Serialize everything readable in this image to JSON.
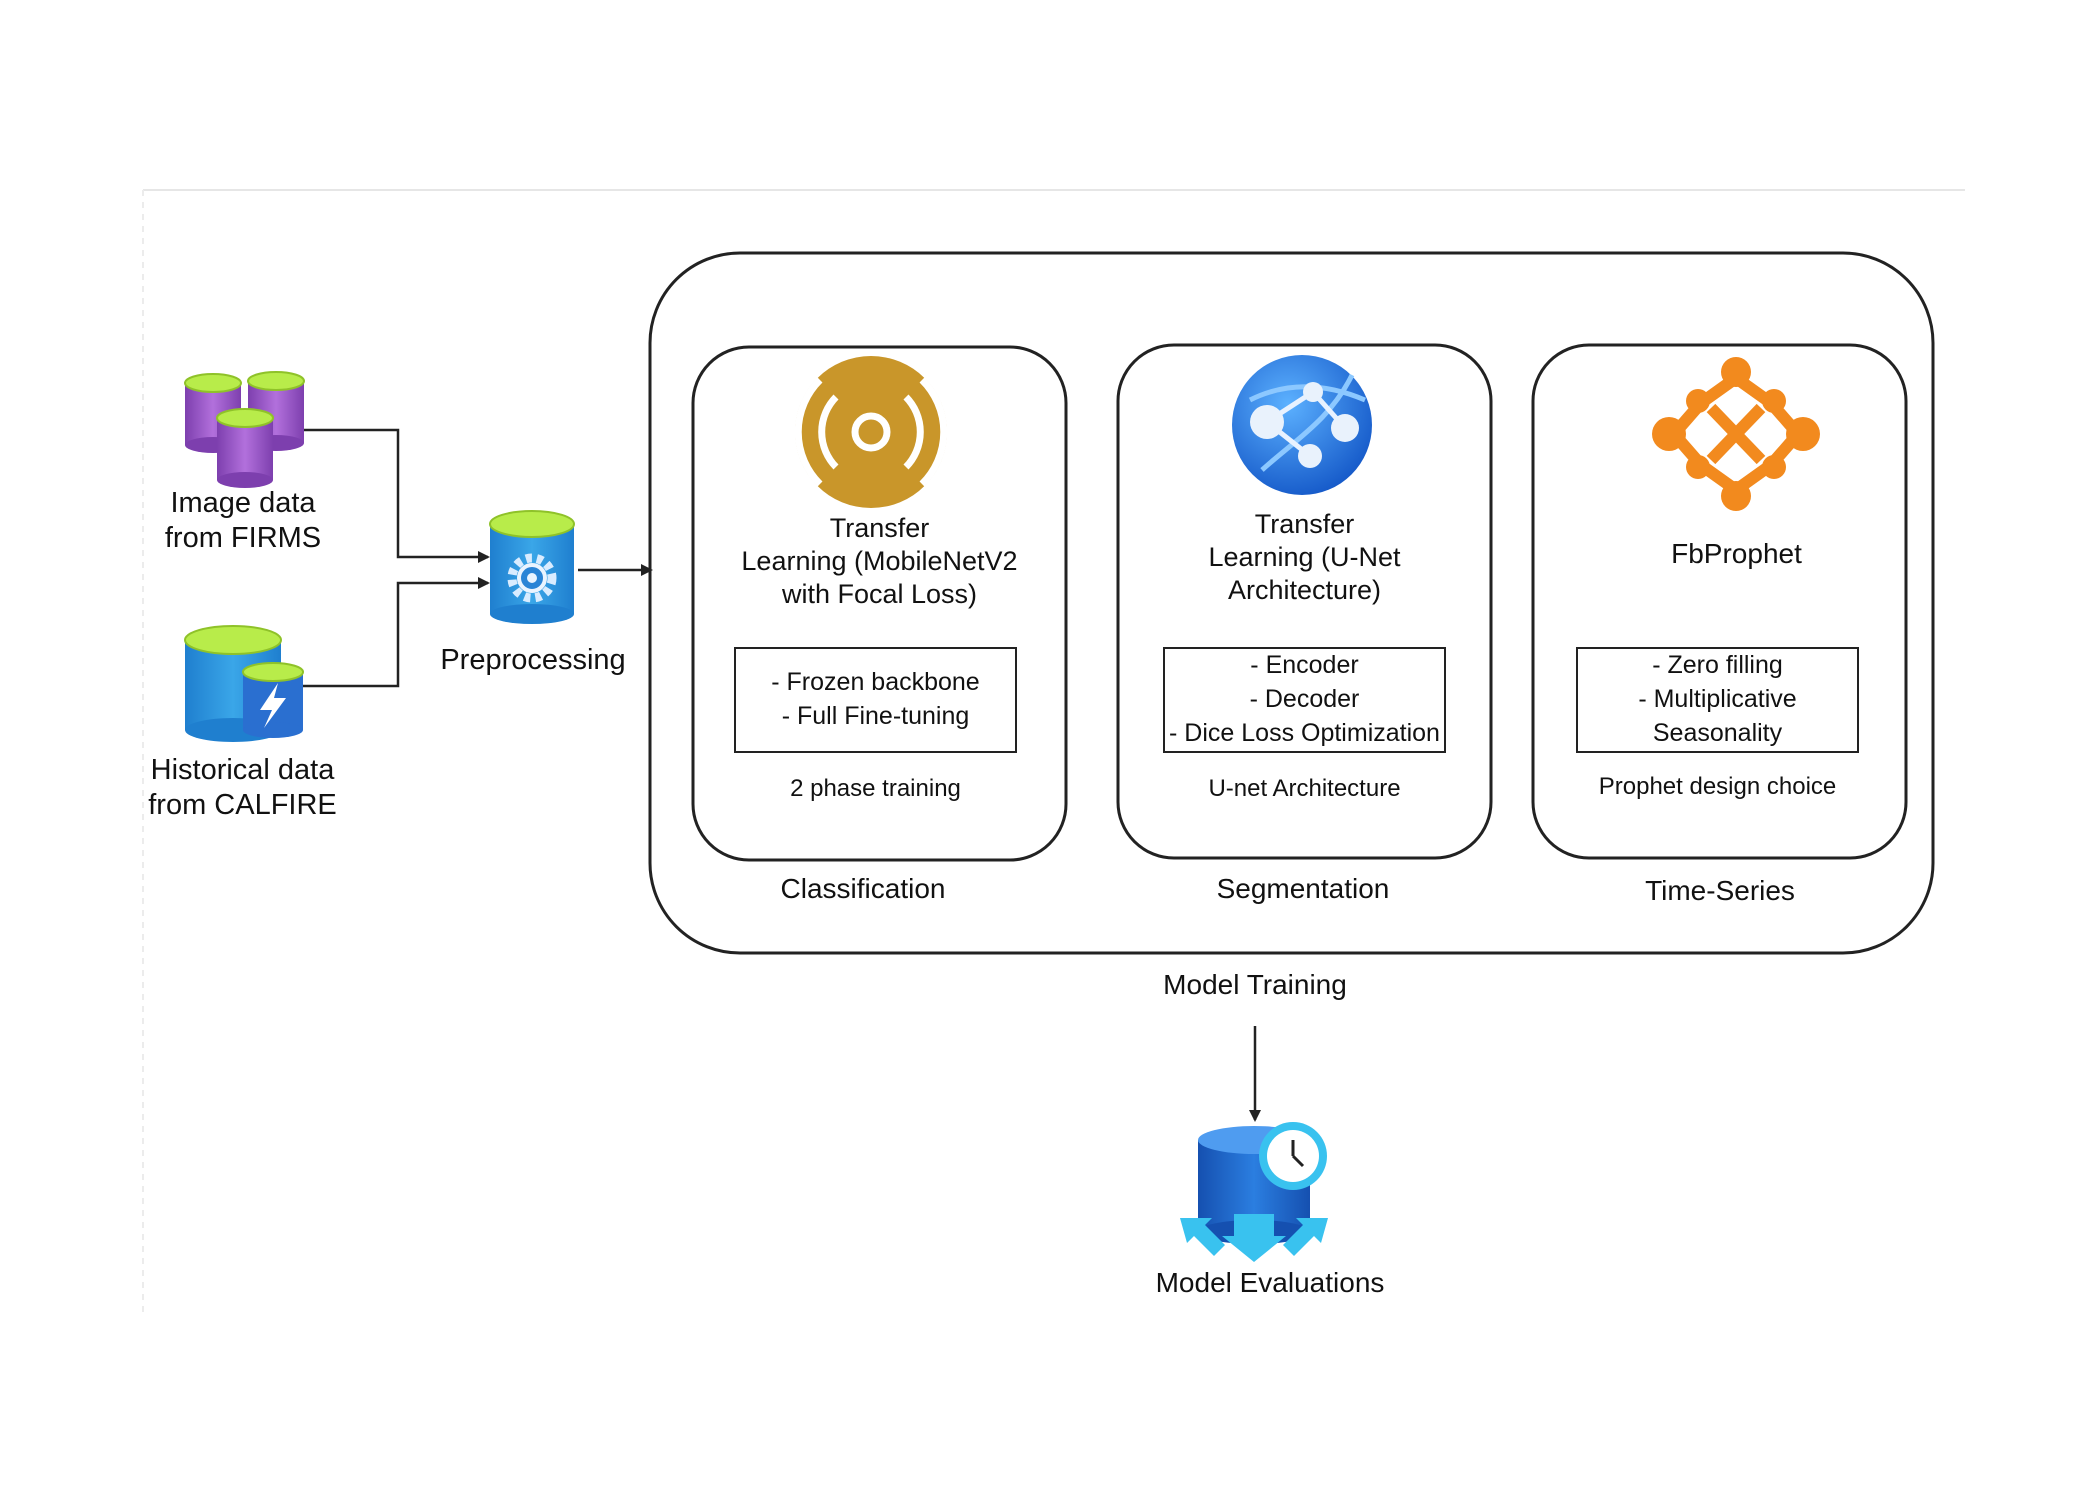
{
  "colors": {
    "line": "#222222",
    "cylinder_purple": "#9b59c4",
    "cylinder_blue": "#2a8fd6",
    "cylinder_lime": "#b5e43a",
    "signal_gold": "#c9962a",
    "web_blue": "#1d6fe0",
    "prophet_orange": "#f28a1e",
    "eval_blue": "#1a5fc8",
    "eval_cyan": "#39c2ef"
  },
  "sources": [
    {
      "label": "Image data\nfrom FIRMS",
      "icon": "purple-database-cluster-icon"
    },
    {
      "label": "Historical data\nfrom CALFIRE",
      "icon": "lightning-database-icon"
    }
  ],
  "preprocessing": {
    "label": "Preprocessing",
    "icon": "gear-database-icon"
  },
  "model_training": {
    "label": "Model Training",
    "sections": [
      {
        "name": "Classification",
        "icon": "broadcast-signal-icon",
        "title": "Transfer\nLearning (MobileNetV2\nwith Focal Loss)",
        "details": "- Frozen backbone\n- Full Fine-tuning",
        "caption": "2 phase training"
      },
      {
        "name": "Segmentation",
        "icon": "web-network-globe-icon",
        "title": "Transfer\nLearning (U-Net\nArchitecture)",
        "details": "- Encoder\n- Decoder\n- Dice Loss Optimization",
        "caption": "U-net Architecture"
      },
      {
        "name": "Time-Series",
        "icon": "prophet-network-icon",
        "title": "FbProphet",
        "details": "- Zero filling\n- Multiplicative\nSeasonality",
        "caption": "Prophet design choice"
      }
    ]
  },
  "evaluation": {
    "label": "Model Evaluations",
    "icon": "clock-database-icon"
  }
}
